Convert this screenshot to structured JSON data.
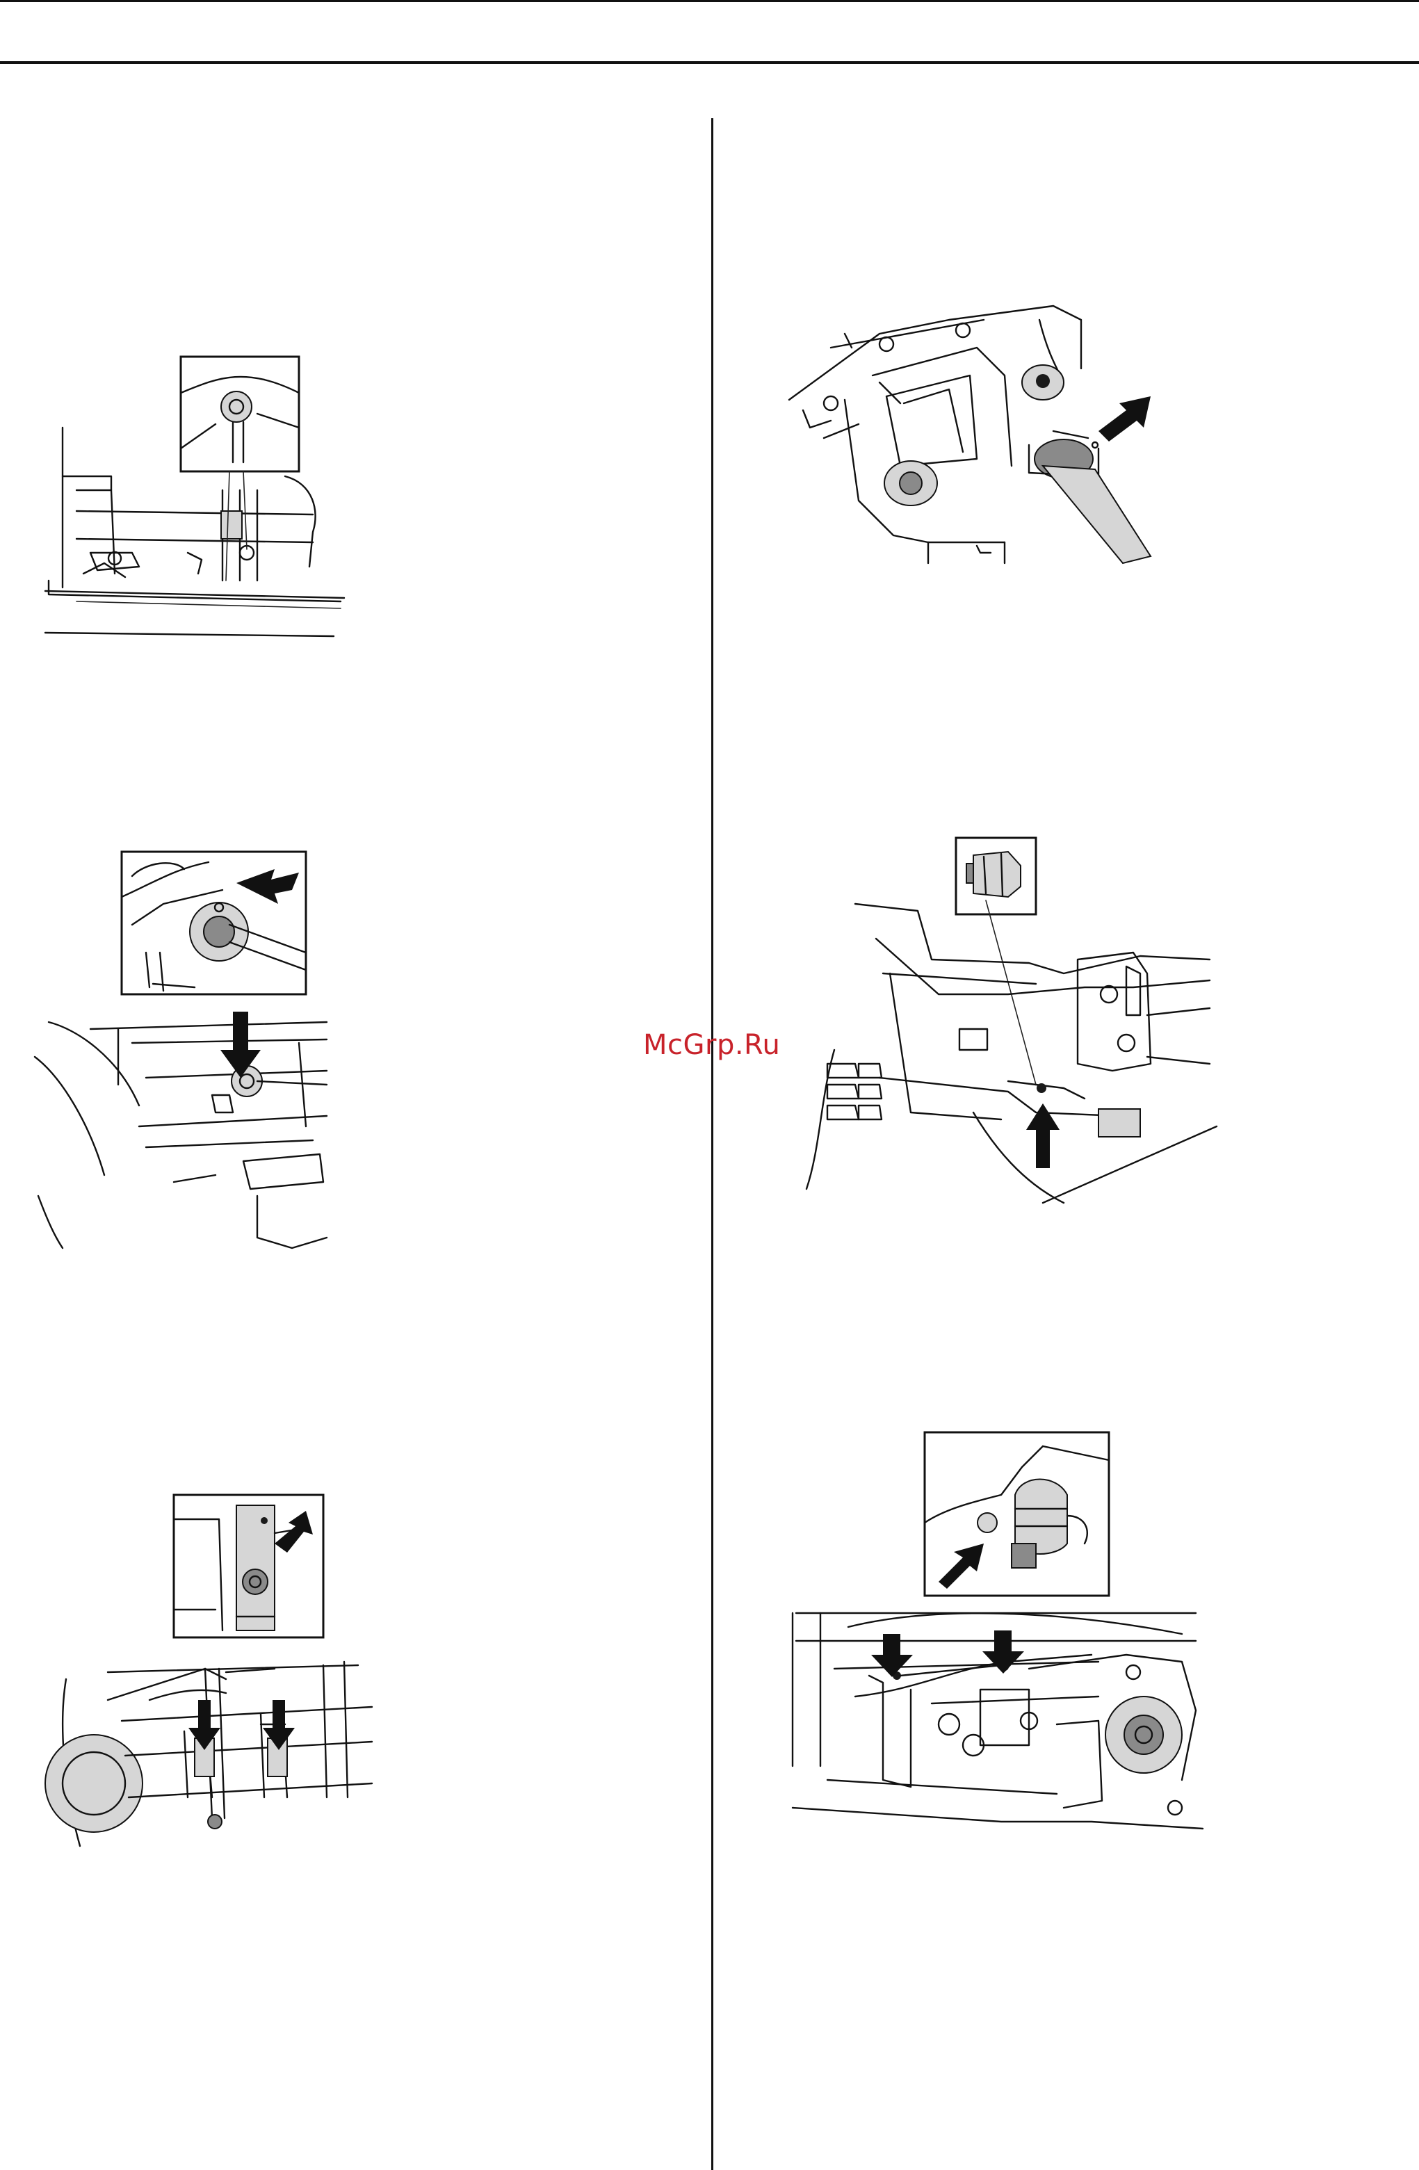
{
  "watermark": {
    "text": "McGrp.Ru",
    "color": "#c8222a"
  },
  "figures": [
    {
      "name": "figure-1",
      "description_icon": "bearing-mount-inset-icon"
    },
    {
      "name": "figure-2",
      "description_icon": "bearing-flange-arrow-icon"
    },
    {
      "name": "figure-3",
      "description_icon": "axle-bracket-arrows-icon"
    },
    {
      "name": "figure-4",
      "description_icon": "steering-joint-wrench-icon"
    },
    {
      "name": "figure-5",
      "description_icon": "grease-nipple-icon"
    },
    {
      "name": "figure-6",
      "description_icon": "rear-axle-grease-points-icon"
    }
  ]
}
